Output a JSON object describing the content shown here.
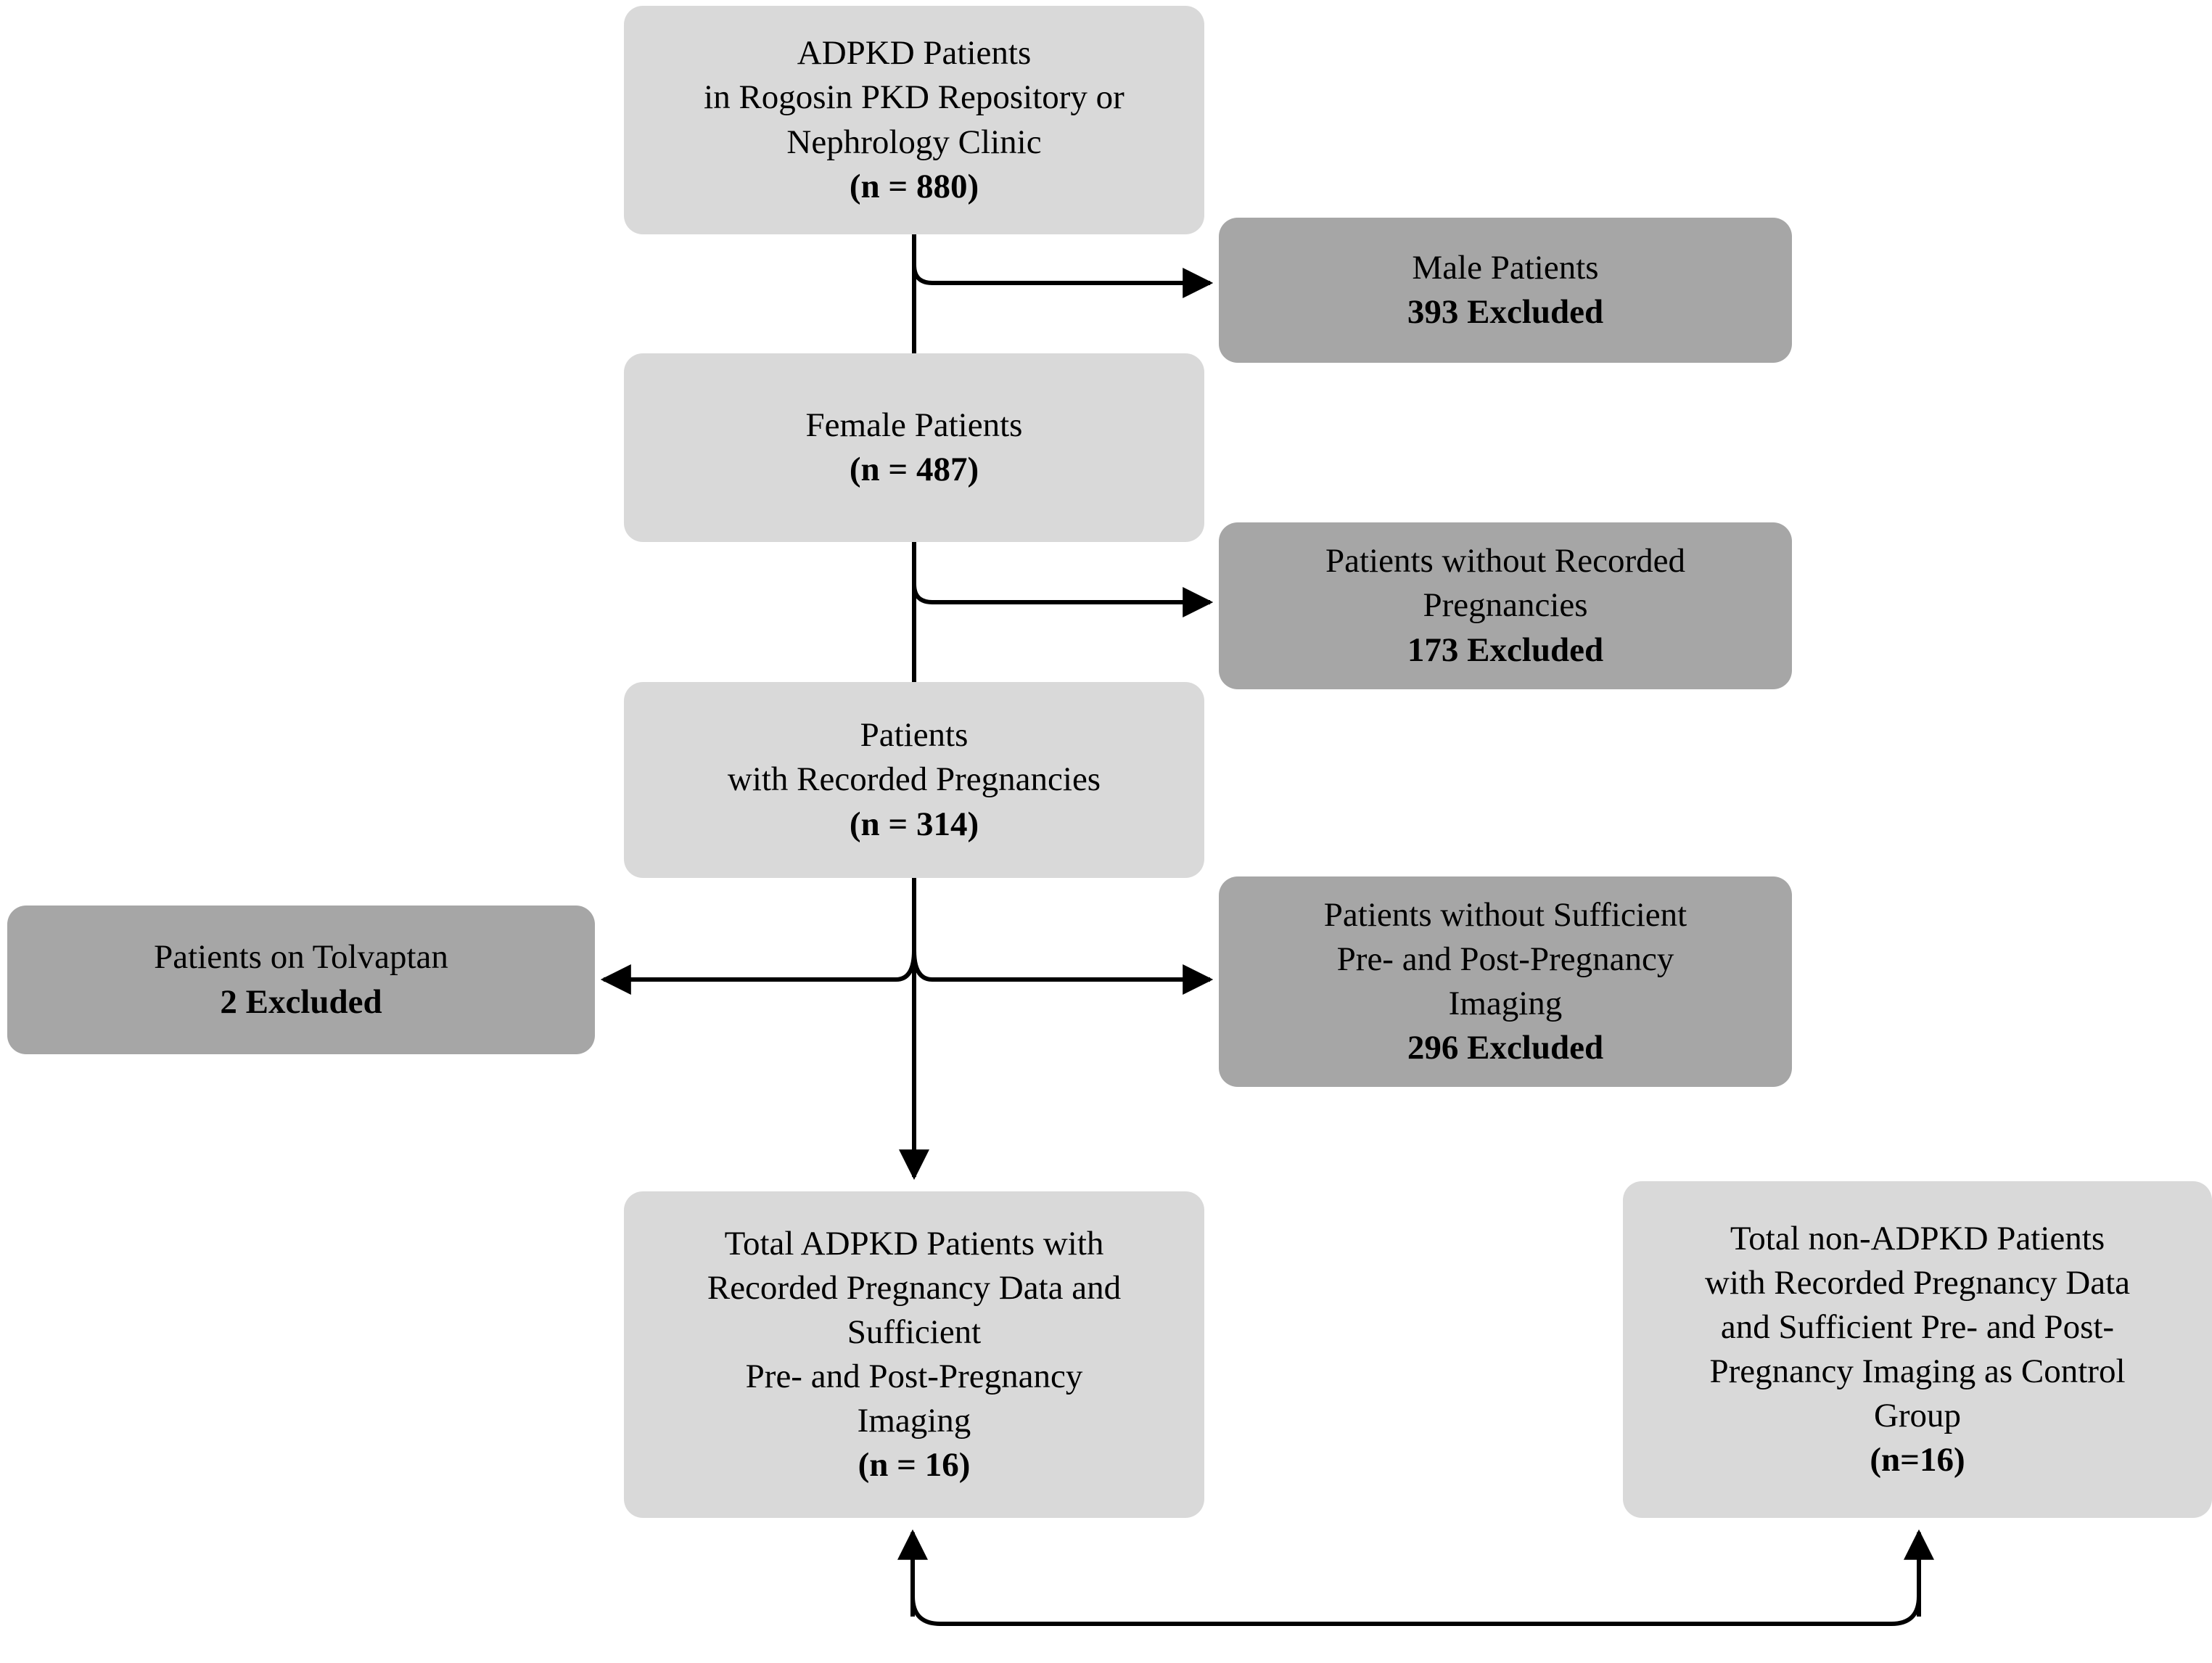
{
  "diagram": {
    "title": "ADPKD Pregnancy Study Patient Selection Flowchart",
    "colors": {
      "included_box": "#d9d9d9",
      "excluded_box": "#a6a6a6",
      "connector": "#000000",
      "text": "#000000",
      "background": "#ffffff"
    }
  },
  "nodes": {
    "source": {
      "kind": "included",
      "lines": [
        {
          "text": "ADPKD Patients",
          "bold": false
        },
        {
          "text": "in Rogosin PKD Repository or",
          "bold": false
        },
        {
          "text": "Nephrology Clinic",
          "bold": false
        },
        {
          "text": "(n = 880)",
          "bold": true
        }
      ],
      "count": 880
    },
    "male_excluded": {
      "kind": "excluded",
      "lines": [
        {
          "text": "Male Patients",
          "bold": false
        },
        {
          "text": "393 Excluded",
          "bold": true
        }
      ],
      "count": 393
    },
    "female": {
      "kind": "included",
      "lines": [
        {
          "text": "Female Patients",
          "bold": false
        },
        {
          "text": "(n = 487)",
          "bold": true
        }
      ],
      "count": 487
    },
    "no_pregnancy_excluded": {
      "kind": "excluded",
      "lines": [
        {
          "text": "Patients without Recorded",
          "bold": false
        },
        {
          "text": "Pregnancies",
          "bold": false
        },
        {
          "text": "173 Excluded",
          "bold": true
        }
      ],
      "count": 173
    },
    "with_pregnancies": {
      "kind": "included",
      "lines": [
        {
          "text": "Patients",
          "bold": false
        },
        {
          "text": "with Recorded Pregnancies",
          "bold": false
        },
        {
          "text": "(n = 314)",
          "bold": true
        }
      ],
      "count": 314
    },
    "tolvaptan_excluded": {
      "kind": "excluded",
      "lines": [
        {
          "text": "Patients on Tolvaptan",
          "bold": false
        },
        {
          "text": "2 Excluded",
          "bold": true
        }
      ],
      "count": 2
    },
    "no_imaging_excluded": {
      "kind": "excluded",
      "lines": [
        {
          "text": "Patients without Sufficient",
          "bold": false
        },
        {
          "text": "Pre- and Post-Pregnancy",
          "bold": false
        },
        {
          "text": "Imaging",
          "bold": false
        },
        {
          "text": "296 Excluded",
          "bold": true
        }
      ],
      "count": 296
    },
    "adpkd_final": {
      "kind": "included",
      "lines": [
        {
          "text": "Total ADPKD Patients with",
          "bold": false
        },
        {
          "text": "Recorded Pregnancy Data and",
          "bold": false
        },
        {
          "text": "Sufficient",
          "bold": false
        },
        {
          "text": "Pre- and Post-Pregnancy",
          "bold": false
        },
        {
          "text": "Imaging",
          "bold": false
        },
        {
          "text": "(n = 16)",
          "bold": true
        }
      ],
      "count": 16
    },
    "control_final": {
      "kind": "included",
      "lines": [
        {
          "text": "Total non-ADPKD Patients",
          "bold": false
        },
        {
          "text": "with Recorded Pregnancy Data",
          "bold": false
        },
        {
          "text": "and Sufficient Pre- and Post-",
          "bold": false
        },
        {
          "text": "Pregnancy Imaging as Control",
          "bold": false
        },
        {
          "text": "Group",
          "bold": false
        },
        {
          "text": "(n=16)",
          "bold": true
        }
      ],
      "count": 16
    }
  },
  "edges": [
    {
      "name": "source-to-female",
      "from": "source",
      "to": "female",
      "style": "arrow-down"
    },
    {
      "name": "source-to-male-excluded",
      "from": "source",
      "to": "male_excluded",
      "style": "branch-right"
    },
    {
      "name": "female-to-with-pregnancies",
      "from": "female",
      "to": "with_pregnancies",
      "style": "arrow-down"
    },
    {
      "name": "female-to-no-pregnancy-excluded",
      "from": "female",
      "to": "no_pregnancy_excluded",
      "style": "branch-right"
    },
    {
      "name": "pregnancies-to-adpkd-final",
      "from": "with_pregnancies",
      "to": "adpkd_final",
      "style": "arrow-down"
    },
    {
      "name": "pregnancies-to-tolvaptan-excluded",
      "from": "with_pregnancies",
      "to": "tolvaptan_excluded",
      "style": "branch-left"
    },
    {
      "name": "pregnancies-to-no-imaging-excluded",
      "from": "with_pregnancies",
      "to": "no_imaging_excluded",
      "style": "branch-right"
    },
    {
      "name": "control-match-link",
      "from": "control_final",
      "to": "adpkd_final",
      "style": "u-connector-both-arrows"
    }
  ]
}
